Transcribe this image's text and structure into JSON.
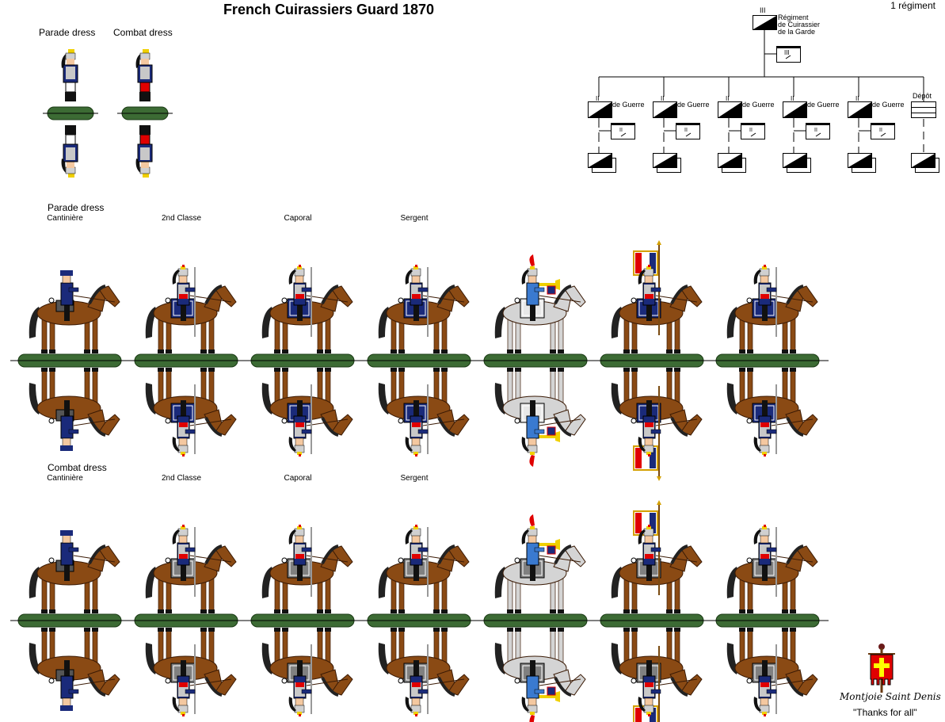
{
  "title": "French Cuirassiers Guard 1870",
  "strength": "1 régiment",
  "top_figures": [
    {
      "label": "Parade dress",
      "trousers": "#ffffff"
    },
    {
      "label": "Combat dress",
      "trousers": "#e00000"
    }
  ],
  "org_chart": {
    "regiment": {
      "echelon": "III",
      "label_lines": [
        "Régiment",
        "de Cuirassier",
        "de la Garde"
      ]
    },
    "hq_echelon": "III",
    "battalions": [
      {
        "echelon": "II",
        "label": "de Guerre"
      },
      {
        "echelon": "II",
        "label": "de Guerre"
      },
      {
        "echelon": "II",
        "label": "de Guerre"
      },
      {
        "echelon": "II",
        "label": "de Guerre"
      },
      {
        "echelon": "II",
        "label": "de Guerre"
      }
    ],
    "depot": {
      "label": "Dépôt"
    }
  },
  "rows": [
    {
      "heading": "Parade dress",
      "saddle_cloth": "#1a2a7a",
      "figures": [
        {
          "label": "Cantinière",
          "horse": "#8a4a14",
          "type": "cantiniere"
        },
        {
          "label": "2nd Classe",
          "horse": "#8a4a14",
          "type": "trooper"
        },
        {
          "label": "Caporal",
          "horse": "#8a4a14",
          "type": "trooper"
        },
        {
          "label": "Sergent",
          "horse": "#8a4a14",
          "type": "trooper"
        },
        {
          "label": "",
          "horse": "#d4d4d4",
          "type": "trumpeter"
        },
        {
          "label": "",
          "horse": "#8a4a14",
          "type": "standard"
        },
        {
          "label": "",
          "horse": "#8a4a14",
          "type": "trooper"
        }
      ]
    },
    {
      "heading": "Combat dress",
      "saddle_cloth": "#808080",
      "figures": [
        {
          "label": "Cantinière",
          "horse": "#8a4a14",
          "type": "cantiniere"
        },
        {
          "label": "2nd Classe",
          "horse": "#8a4a14",
          "type": "trooper"
        },
        {
          "label": "Caporal",
          "horse": "#8a4a14",
          "type": "trooper"
        },
        {
          "label": "Sergent",
          "horse": "#8a4a14",
          "type": "trooper"
        },
        {
          "label": "",
          "horse": "#d4d4d4",
          "type": "trumpeter"
        },
        {
          "label": "",
          "horse": "#8a4a14",
          "type": "standard"
        },
        {
          "label": "",
          "horse": "#8a4a14",
          "type": "trooper"
        }
      ]
    }
  ],
  "credits": {
    "motto": "Montjoie Saint Denis",
    "thanks": "\"Thanks for all\""
  },
  "colors": {
    "base": "#3c6b34",
    "coat": "#1a2a7a",
    "helmet": "#d0d0d0",
    "brass": "#f0d000",
    "flag": "#e00000",
    "cross": "#ffff00"
  }
}
